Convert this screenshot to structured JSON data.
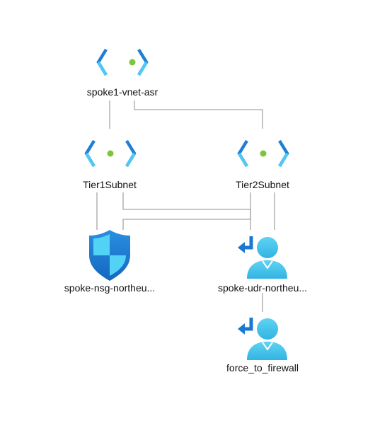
{
  "nodes": {
    "vnet": {
      "label": "spoke1-vnet-asr",
      "icon": "virtual-network-icon"
    },
    "tier1": {
      "label": "Tier1Subnet",
      "icon": "subnet-icon"
    },
    "tier2": {
      "label": "Tier2Subnet",
      "icon": "subnet-icon"
    },
    "nsg": {
      "label": "spoke-nsg-northeu...",
      "icon": "network-security-group-shield-icon"
    },
    "udr": {
      "label": "spoke-udr-northeu...",
      "icon": "route-table-user-icon"
    },
    "route": {
      "label": "force_to_firewall",
      "icon": "route-user-icon"
    }
  },
  "colors": {
    "bracket_dark": "#1f7fd6",
    "bracket_light": "#50c8f2",
    "dot_green": "#7ec639",
    "shield_blue": "#1a7fd4",
    "shield_light": "#52d3f5",
    "person_blue": "#4fc8ea",
    "arrow_blue": "#1a78d0",
    "edge_gray": "#a6a6a6"
  }
}
